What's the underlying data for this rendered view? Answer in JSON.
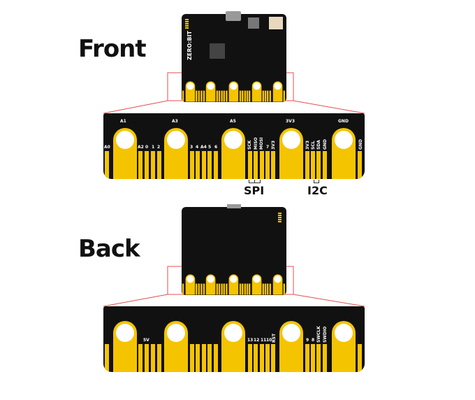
{
  "front": {
    "title": "Front",
    "board_label": "ZERO:BIT",
    "pad_labels": [
      "A1",
      "A3",
      "A5",
      "3V3",
      "GND"
    ],
    "left_label": "A0",
    "group1": [
      "A2",
      "0",
      "1",
      "2"
    ],
    "group2": [
      "3",
      "4",
      "A4",
      "5",
      "6"
    ],
    "group3": [
      "SCK",
      "MISO",
      "MOSI",
      "7",
      "3V3"
    ],
    "group4": [
      "3V3",
      "SCL",
      "SDA",
      "GND"
    ],
    "right_label": "GND",
    "spi_label": "SPI",
    "i2c_label": "I2C"
  },
  "back": {
    "title": "Back",
    "group1": [
      "5V"
    ],
    "group3": [
      "13",
      "12",
      "11",
      "10",
      "RST"
    ],
    "group4": [
      "9",
      "8",
      "SWCLK",
      "SWDIO"
    ]
  },
  "colors": {
    "gold": "#f5c400",
    "pcb": "#111111",
    "zoom_line": "#e05050"
  }
}
